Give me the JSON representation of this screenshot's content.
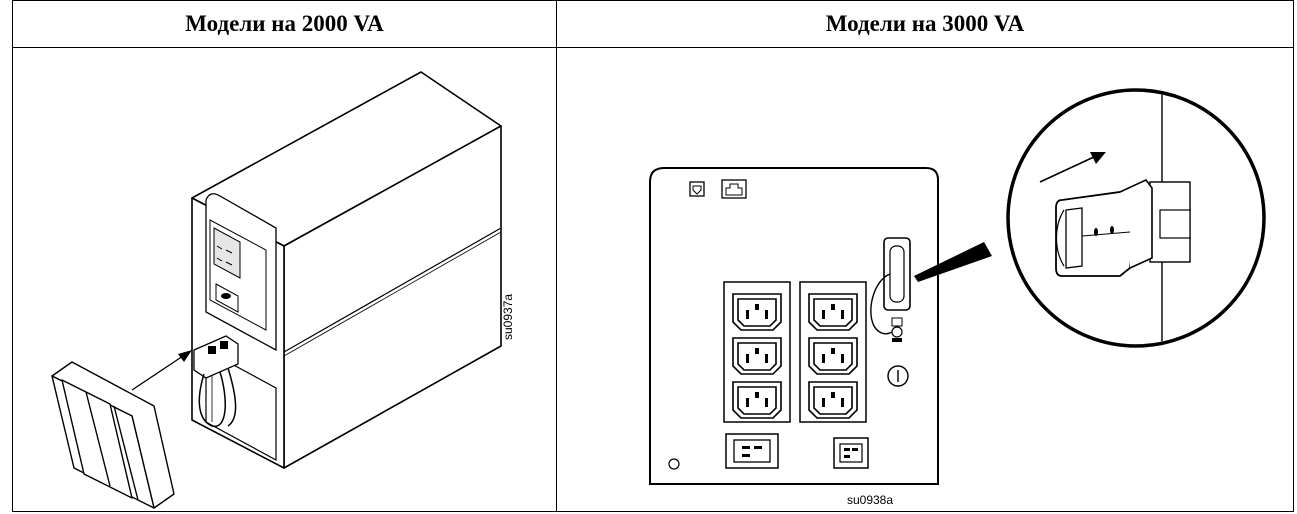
{
  "table": {
    "col_left_header": "Модели на 2000 VA",
    "col_right_header": "Модели на 3000 VA"
  },
  "figures": {
    "left_code": "su0937a",
    "right_code": "su0938a"
  }
}
